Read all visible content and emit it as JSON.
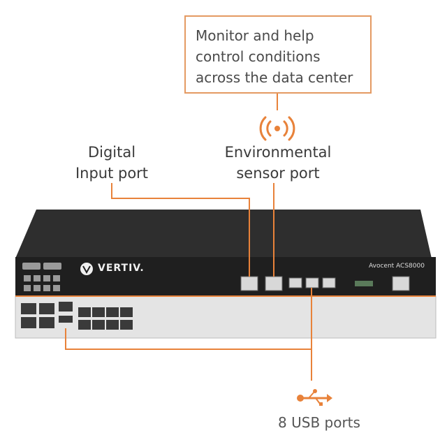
{
  "callout": {
    "lines": [
      "Monitor and help",
      "control conditions",
      "across the data center"
    ]
  },
  "labels": {
    "digital_input": [
      "Digital",
      "Input port"
    ],
    "environmental": [
      "Environmental",
      "sensor port"
    ],
    "usb": "8 USB ports"
  },
  "device": {
    "brand": "VERTIV.",
    "model": "Avocent ACS8000"
  },
  "colors": {
    "accent": "#e8823a",
    "callout_border": "#e49a62",
    "chassis_top": "#2b2b2b",
    "front_panel": "#e6e6e6"
  },
  "icons": {
    "sensor": "wireless-signal-icon",
    "usb": "usb-icon"
  }
}
